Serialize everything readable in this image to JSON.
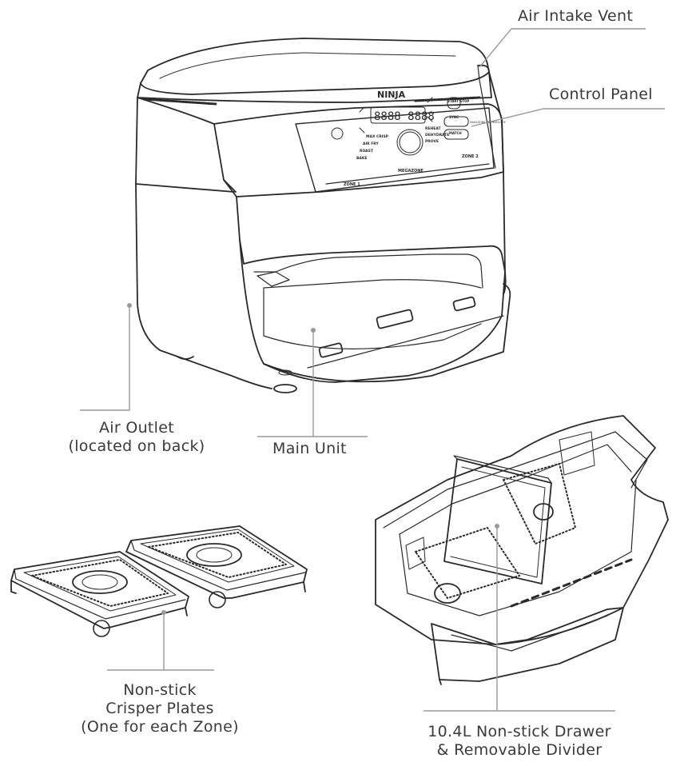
{
  "callouts": {
    "air_intake_vent": "Air Intake Vent",
    "control_panel": "Control Panel",
    "air_outlet": [
      "Air Outlet",
      "(located on back)"
    ],
    "main_unit": "Main Unit",
    "crisper_plates": [
      "Non-stick",
      "Crisper Plates",
      "(One for each Zone)"
    ],
    "drawer": [
      "10.4L Non-stick Drawer",
      "& Removable Divider"
    ]
  },
  "product": {
    "brand": "NINJA",
    "control_panel": {
      "display": "8888 8888",
      "functions_left": [
        "MAX CRISP",
        "AIR FRY",
        "ROAST",
        "BAKE"
      ],
      "functions_right": [
        "REHEAT",
        "DEHYDRATE",
        "PROVE"
      ],
      "buttons": [
        "START STOP",
        "SYNC",
        "MATCH"
      ],
      "button_note": "DUALZONE TECHNOLOGY",
      "zone_labels": [
        "ZONE 1",
        "MEGAZONE",
        "ZONE 2"
      ]
    }
  },
  "colors": {
    "line": "#2a2a2a",
    "leader": "#9a9a9a",
    "text": "#3a3a3a"
  }
}
